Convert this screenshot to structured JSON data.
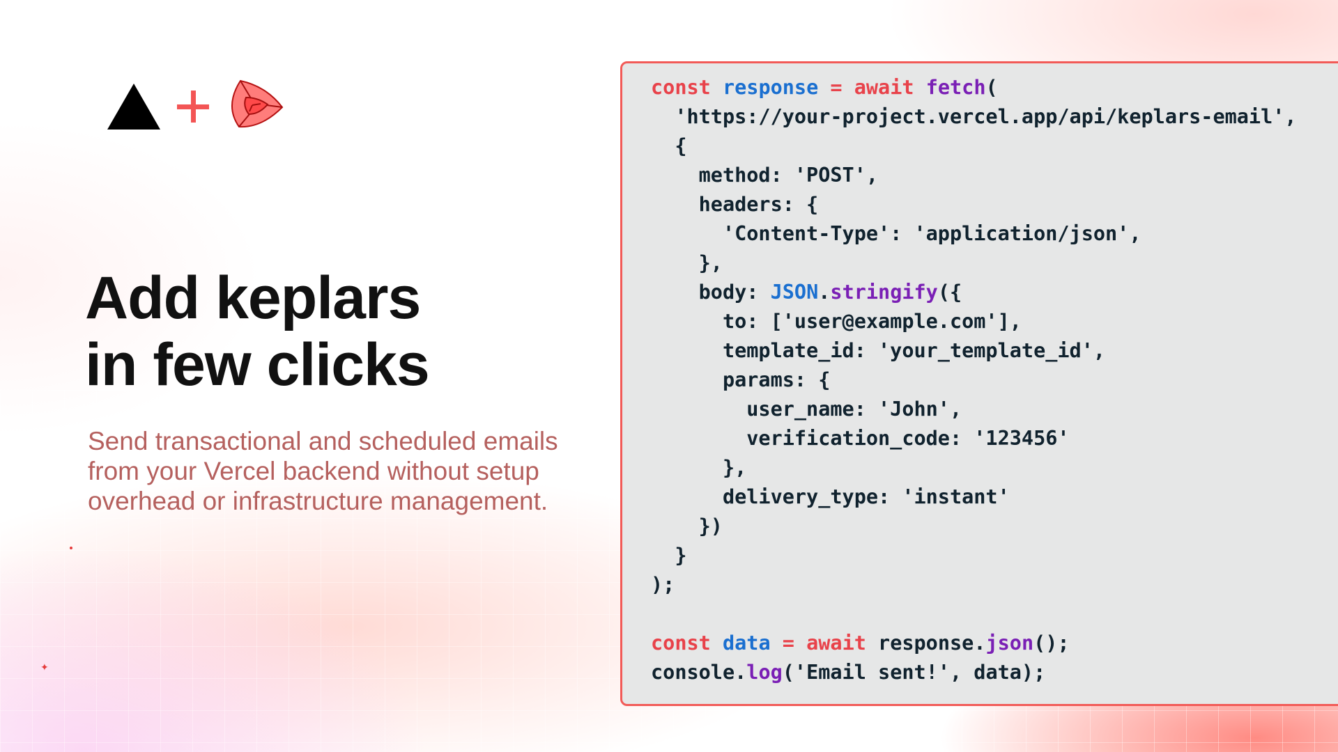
{
  "hero": {
    "title_line1": "Add keplars",
    "title_line2": "in few clicks",
    "subtitle": "Send transactional and scheduled emails from your Vercel backend without setup overhead or infrastructure management.",
    "logos": [
      "vercel-logo",
      "plus-icon",
      "keplars-logo"
    ]
  },
  "colors": {
    "accent": "#f25a57",
    "keyword": "#e8424a",
    "variable": "#1a6fd0",
    "function": "#7a1fb5",
    "code_bg": "#e6e7e7"
  },
  "code": {
    "lines": [
      [
        [
          "const",
          "k"
        ],
        [
          " ",
          ""
        ],
        [
          "response",
          "v"
        ],
        [
          " = ",
          "k"
        ],
        [
          "await",
          "k"
        ],
        [
          " ",
          ""
        ],
        [
          "fetch",
          "f"
        ],
        [
          "(",
          ""
        ]
      ],
      [
        [
          "  'https://your-project.vercel.app/api/keplars-email',",
          ""
        ]
      ],
      [
        [
          "  {",
          ""
        ]
      ],
      [
        [
          "    method: 'POST',",
          ""
        ]
      ],
      [
        [
          "    headers: {",
          ""
        ]
      ],
      [
        [
          "      'Content-Type': 'application/json',",
          ""
        ]
      ],
      [
        [
          "    },",
          ""
        ]
      ],
      [
        [
          "    body: ",
          ""
        ],
        [
          "JSON",
          "v"
        ],
        [
          ".",
          ""
        ],
        [
          "stringify",
          "f"
        ],
        [
          "({",
          ""
        ]
      ],
      [
        [
          "      to: ['user@example.com'],",
          ""
        ]
      ],
      [
        [
          "      template_id: 'your_template_id',",
          ""
        ]
      ],
      [
        [
          "      params: {",
          ""
        ]
      ],
      [
        [
          "        user_name: 'John',",
          ""
        ]
      ],
      [
        [
          "        verification_code: '123456'",
          ""
        ]
      ],
      [
        [
          "      },",
          ""
        ]
      ],
      [
        [
          "      delivery_type: 'instant'",
          ""
        ]
      ],
      [
        [
          "    })",
          ""
        ]
      ],
      [
        [
          "  }",
          ""
        ]
      ],
      [
        [
          ");",
          ""
        ]
      ],
      [
        [
          "",
          ""
        ]
      ],
      [
        [
          "const",
          "k"
        ],
        [
          " ",
          ""
        ],
        [
          "data",
          "v"
        ],
        [
          " = ",
          "k"
        ],
        [
          "await",
          "k"
        ],
        [
          " response.",
          ""
        ],
        [
          "json",
          "f"
        ],
        [
          "();",
          ""
        ]
      ],
      [
        [
          "console.",
          ""
        ],
        [
          "log",
          "f"
        ],
        [
          "('Email sent!', data);",
          ""
        ]
      ]
    ]
  }
}
